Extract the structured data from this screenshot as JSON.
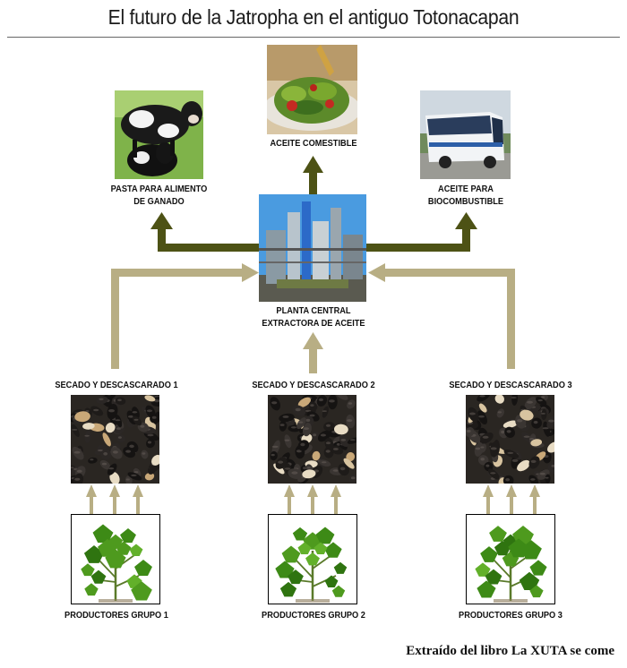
{
  "title": "El futuro de la Jatropha en el antiguo Totonacapan",
  "outputs": {
    "pasta": {
      "line1": "PASTA PARA ALIMENTO",
      "line2": "DE GANADO",
      "image": "cows-photo"
    },
    "aceite_comestible": {
      "line1": "ACEITE COMESTIBLE",
      "image": "salad-photo"
    },
    "biocombustible": {
      "line1": "ACEITE PARA",
      "line2": "BIOCOMBUSTIBLE",
      "image": "bus-photo"
    }
  },
  "planta": {
    "line1": "PLANTA CENTRAL",
    "line2": "EXTRACTORA DE ACEITE",
    "image": "plant-photo"
  },
  "secado": [
    {
      "label": "SECADO Y DESCASCARADO 1"
    },
    {
      "label": "SECADO Y DESCASCARADO 2"
    },
    {
      "label": "SECADO Y DESCASCARADO 3"
    }
  ],
  "productores": [
    {
      "label": "PRODUCTORES GRUPO 1"
    },
    {
      "label": "PRODUCTORES GRUPO 2"
    },
    {
      "label": "PRODUCTORES GRUPO 3"
    }
  ],
  "footer": "Extraído del libro La XUTA se come",
  "colors": {
    "dark_arrow": "#4d5215",
    "light_arrow": "#b8ae84"
  }
}
